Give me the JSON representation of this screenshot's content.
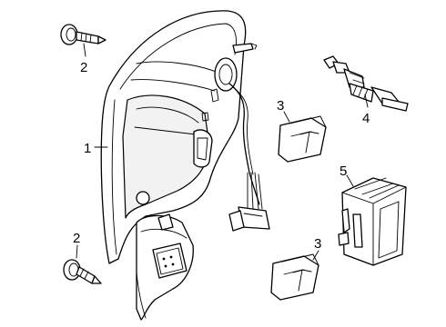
{
  "callouts": [
    {
      "id": "lamp-housing",
      "number": "1"
    },
    {
      "id": "screw-upper",
      "number": "2"
    },
    {
      "id": "screw-lower",
      "number": "2"
    },
    {
      "id": "socket-upper",
      "number": "3"
    },
    {
      "id": "socket-lower",
      "number": "3"
    },
    {
      "id": "bulb",
      "number": "4"
    },
    {
      "id": "control-module",
      "number": "5"
    }
  ],
  "colors": {
    "line": "#000000",
    "background": "#ffffff",
    "shade": "#f2f2f2"
  }
}
